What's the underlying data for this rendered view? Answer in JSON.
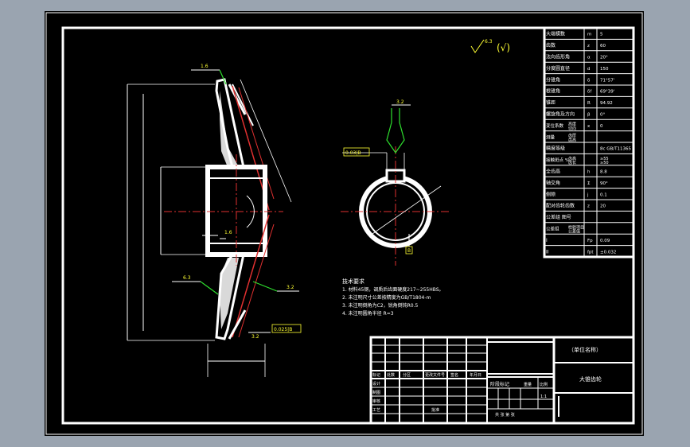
{
  "roughness": {
    "overall_symbol": "6.3",
    "overall_paren": "(√)",
    "tooth_flank_top": "1.6",
    "bore_top": "3.2",
    "left_face": "6.3",
    "right_face": "3.2",
    "bore": "1.6",
    "lower_face": "3.2",
    "keyway": "3.2"
  },
  "tolerance": {
    "keyway_frame": "0.03|B",
    "datum": "B",
    "face_runout": "0.025|B"
  },
  "params": {
    "rows": [
      {
        "name": "大端模数",
        "sym": "m",
        "val": "5"
      },
      {
        "name": "齿数",
        "sym": "z",
        "val": "60"
      },
      {
        "name": "法向齿形角",
        "sym": "α",
        "val": "20°"
      },
      {
        "name": "分度圆直径",
        "sym": "d",
        "val": "150"
      },
      {
        "name": "分锥角",
        "sym": "δ",
        "val": "71°57'"
      },
      {
        "name": "根锥角",
        "sym": "δf",
        "val": "69°39'"
      },
      {
        "name": "锥距",
        "sym": "R",
        "val": "94.92"
      },
      {
        "name": "螺旋角及方向",
        "sym": "β",
        "val": "0°"
      },
      {
        "name": "变位系数",
        "sub1": "高度",
        "sub2": "切向",
        "sym": "x",
        "val": "0"
      },
      {
        "name": "测量",
        "sub1": "齿厚",
        "sub2": "齿高"
      },
      {
        "name": "精度等级",
        "val": "8c GB/T11365"
      },
      {
        "name": "接触斑点 %",
        "sub1": "齿高",
        "sub2": "齿长",
        "v1": "≥55",
        "v2": "≥50"
      },
      {
        "name": "全齿高",
        "sym": "h",
        "val": "8.8"
      },
      {
        "name": "轴交角",
        "sym": "Σ",
        "val": "90°"
      },
      {
        "name": "侧隙",
        "sym": "j",
        "val": "0.1"
      },
      {
        "name": "配对齿轮齿数",
        "sym": "z",
        "val": "20"
      },
      {
        "name": "公差组 图号"
      },
      {
        "name": "公差组",
        "sub1": "检验项目",
        "sub2": "公差值"
      },
      {
        "name": "I",
        "sym": "Fp",
        "val": "0.09"
      },
      {
        "name": "II",
        "sym": "fpt",
        "val": "±0.032"
      }
    ]
  },
  "tech": {
    "title": "技术要求",
    "lines": [
      "1. 材料45钢，调质后齿面硬度217~255HBS。",
      "2. 未注明尺寸公差按精度为GB/T1804-m",
      "3. 未注明倒角为C2，锐角倒钝R0.5",
      "4. 未注明圆角半径 R=3"
    ]
  },
  "title_block": {
    "school": "（单位名称）",
    "part_name": "大锥齿轮",
    "labels": {
      "mark": "标记",
      "count": "处数",
      "zone": "分区",
      "doc_no": "更改文件号",
      "sign": "签名",
      "date": "年月日",
      "design": "设计",
      "draw": "制图",
      "check": "审核",
      "process": "工艺",
      "approve": "批准",
      "stage": "阶段标记",
      "weight": "重量",
      "scale": "比例",
      "sheet": "共 张 第 张",
      "ratio": "1:1"
    }
  }
}
